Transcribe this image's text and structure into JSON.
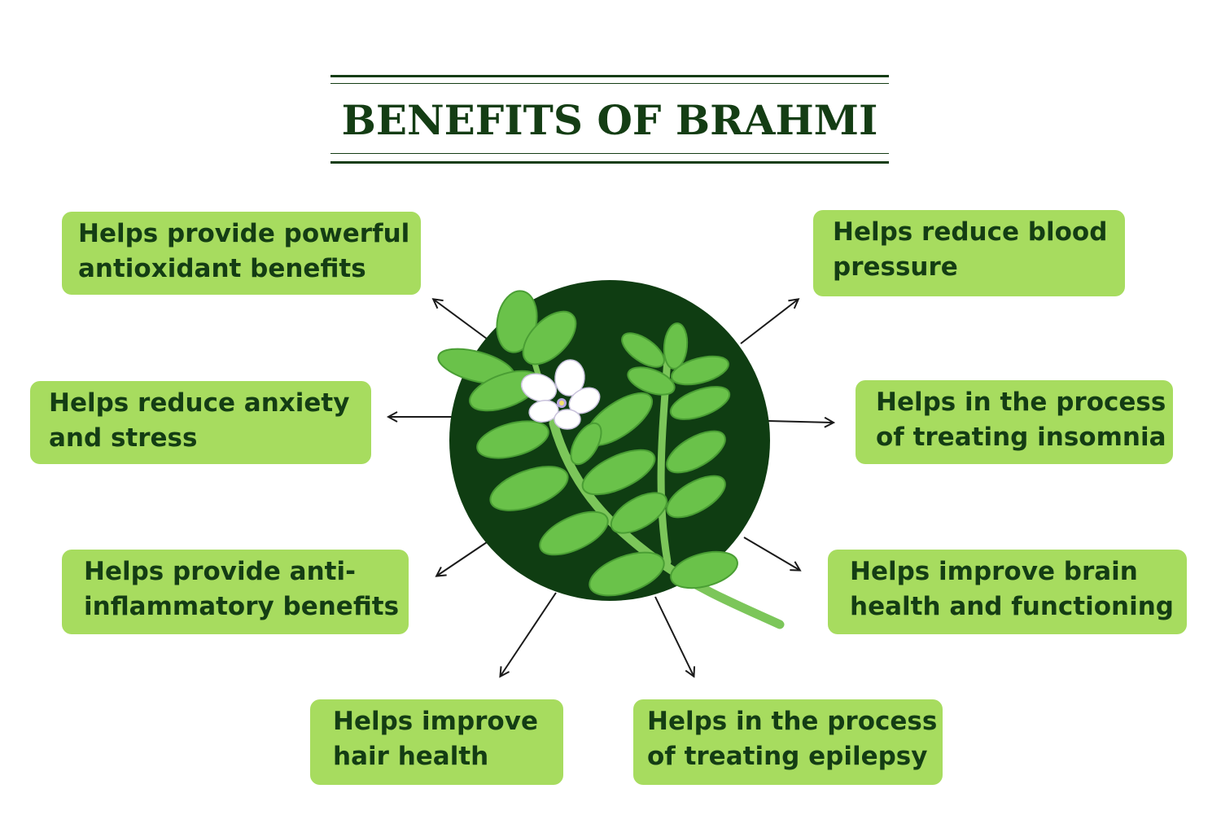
{
  "title": "BENEFITS OF BRAHMI",
  "colors": {
    "title_text": "#143d14",
    "box_fill": "#a7dc5f",
    "box_text": "#143d14",
    "circle": "#0f3d12",
    "leaf": "#6ac24a",
    "leaf_dark": "#4a9e34",
    "stem": "#7cc65a",
    "arrow": "#1a1a1a"
  },
  "benefits": {
    "antioxidant": {
      "line1": "Helps provide powerful",
      "line2": "antioxidant benefits"
    },
    "anxiety": {
      "line1": "Helps reduce anxiety",
      "line2": "and stress"
    },
    "inflammatory": {
      "line1": "Helps provide anti-",
      "line2": "inflammatory benefits"
    },
    "hair": {
      "line1": "Helps improve",
      "line2": "hair health"
    },
    "blood_pressure": {
      "line1": "Helps reduce blood",
      "line2": "pressure"
    },
    "insomnia": {
      "line1": "Helps in the process",
      "line2": "of treating insomnia"
    },
    "brain": {
      "line1": "Helps improve brain",
      "line2": "health and functioning"
    },
    "epilepsy": {
      "line1": "Helps in the process",
      "line2": "of treating epilepsy"
    }
  },
  "icons": {
    "center": "brahmi-plant-icon",
    "flower": "flower-icon"
  }
}
